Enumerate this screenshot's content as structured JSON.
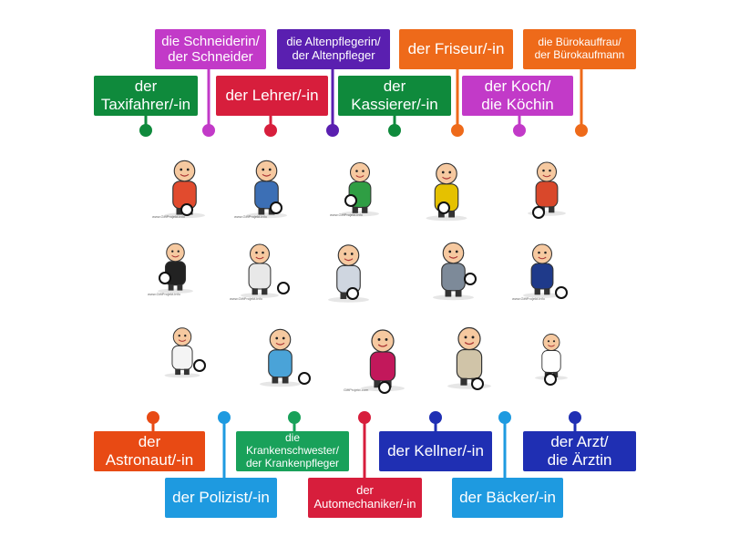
{
  "colors": {
    "green": "#0f8a3c",
    "magenta": "#c23ac8",
    "purple": "#5a1fb0",
    "orange": "#ee6a1a",
    "red": "#d71e3c",
    "teal": "#19a15a",
    "darkblue": "#1f2fb3",
    "skyblue": "#1e9ae0",
    "orangered": "#e84a14"
  },
  "top_labels": [
    {
      "text": "der\nTaxifahrer/-in",
      "color": "#0f8a3c"
    },
    {
      "text": "die Schneiderin/\nder Schneider",
      "color": "#c23ac8"
    },
    {
      "text": "der Lehrer/-in",
      "color": "#d71e3c"
    },
    {
      "text": "die Altenpflegerin/\nder Altenpfleger",
      "color": "#5a1fb0"
    },
    {
      "text": "der\nKassierer/-in",
      "color": "#0f8a3c"
    },
    {
      "text": "der Friseur/-in",
      "color": "#ee6a1a"
    },
    {
      "text": "der Koch/\ndie Köchin",
      "color": "#c23ac8"
    },
    {
      "text": "die Bürokauffrau/\nder Bürokaufmann",
      "color": "#ee6a1a"
    }
  ],
  "bottom_labels": [
    {
      "text": "der\nAstronaut/-in",
      "color": "#e84a14"
    },
    {
      "text": "der Polizist/-in",
      "color": "#1e9ae0"
    },
    {
      "text": "die Krankenschwester/\nder Krankenpfleger",
      "color": "#19a15a"
    },
    {
      "text": "der\nAutomechaniker/-in",
      "color": "#d71e3c"
    },
    {
      "text": "der Kellner/-in",
      "color": "#1f2fb3"
    },
    {
      "text": "der Bäcker/-in",
      "color": "#1e9ae0"
    },
    {
      "text": "der Arzt/\ndie Ärztin",
      "color": "#1f2fb3"
    }
  ],
  "images": [
    {
      "icon": "chef-with-bread-icon",
      "credit": "www.GiftProjekt.info"
    },
    {
      "icon": "mechanic-with-car-icon",
      "credit": "www.GiftProjekt.info"
    },
    {
      "icon": "kid-with-scissors-icon",
      "credit": "www.GiftProjekt.info"
    },
    {
      "icon": "taxi-driver-icon",
      "credit": ""
    },
    {
      "icon": "chef-cooking-pot-icon",
      "credit": ""
    },
    {
      "icon": "waiter-icon",
      "credit": "www.GiftProjekt.info"
    },
    {
      "icon": "nurse-icon",
      "credit": "www.GiftProjekt.info"
    },
    {
      "icon": "astronaut-icon",
      "credit": ""
    },
    {
      "icon": "elderly-care-icon",
      "credit": ""
    },
    {
      "icon": "police-officer-icon",
      "credit": "www.GiftProjekt.info"
    },
    {
      "icon": "teacher-chalkboard-icon",
      "credit": ""
    },
    {
      "icon": "office-worker-multitask-icon",
      "credit": ""
    },
    {
      "icon": "cashier-register-icon",
      "credit": "GiftProjekt.com"
    },
    {
      "icon": "seamstress-sewing-icon",
      "credit": ""
    },
    {
      "icon": "doctor-icon",
      "credit": ""
    }
  ]
}
